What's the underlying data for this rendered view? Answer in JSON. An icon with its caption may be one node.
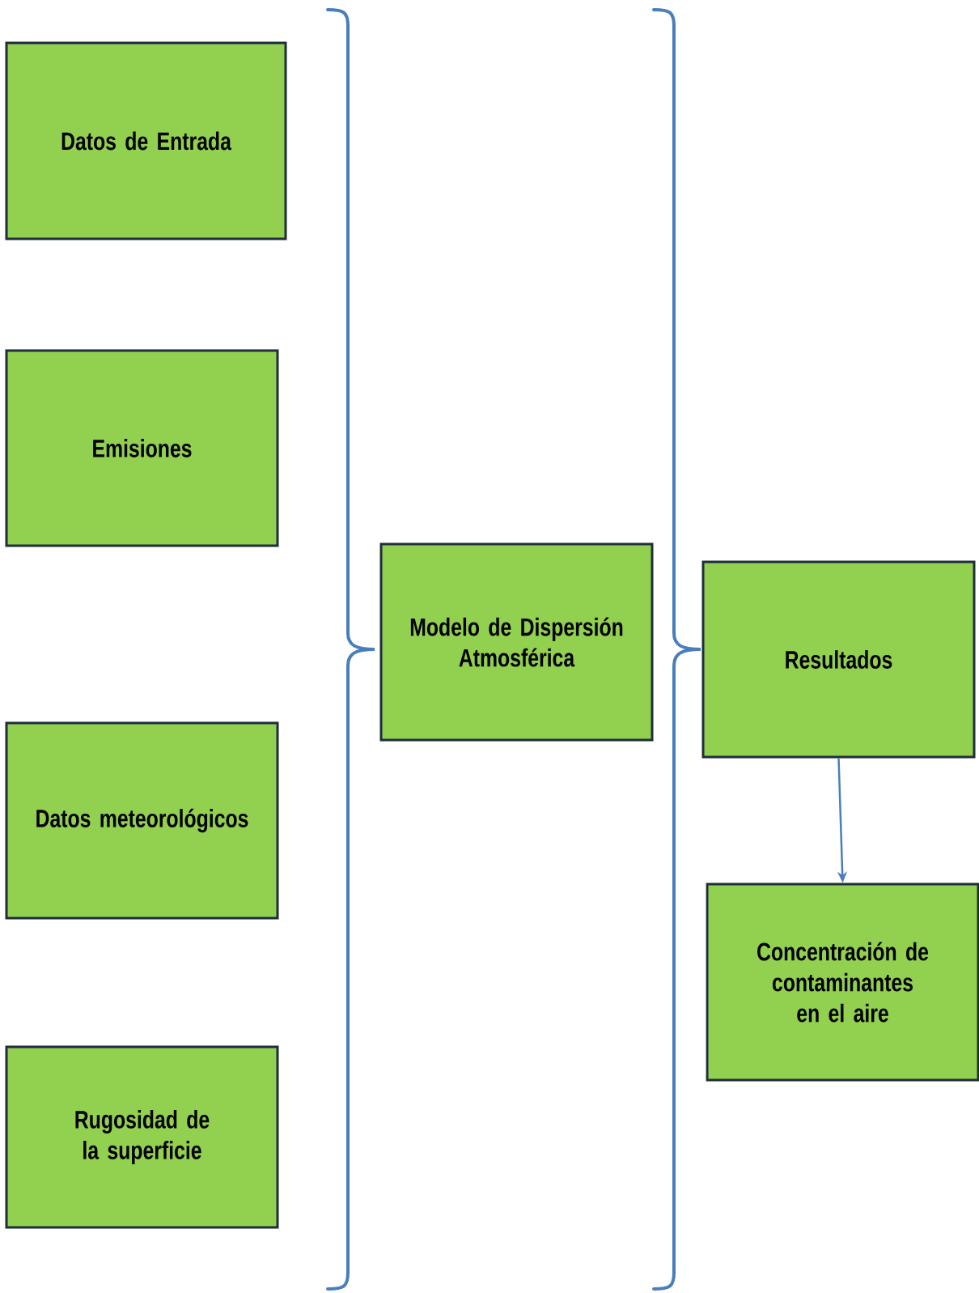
{
  "diagram": {
    "nodes": [
      {
        "text": [
          "Datos de Entrada"
        ]
      },
      {
        "text": [
          "Emisiones"
        ]
      },
      {
        "text": [
          "Datos meteorológicos"
        ]
      },
      {
        "text": [
          "Rugosidad de la superficie"
        ]
      },
      {
        "text": [
          "Modelo de Dispersión Atmosférica"
        ]
      },
      {
        "text": [
          "Resultados"
        ]
      },
      {
        "text": [
          "Concentración de contaminantes en el aire"
        ]
      }
    ],
    "edges": [
      {
        "from": 5,
        "to": 6,
        "arrow": "to"
      }
    ]
  }
}
